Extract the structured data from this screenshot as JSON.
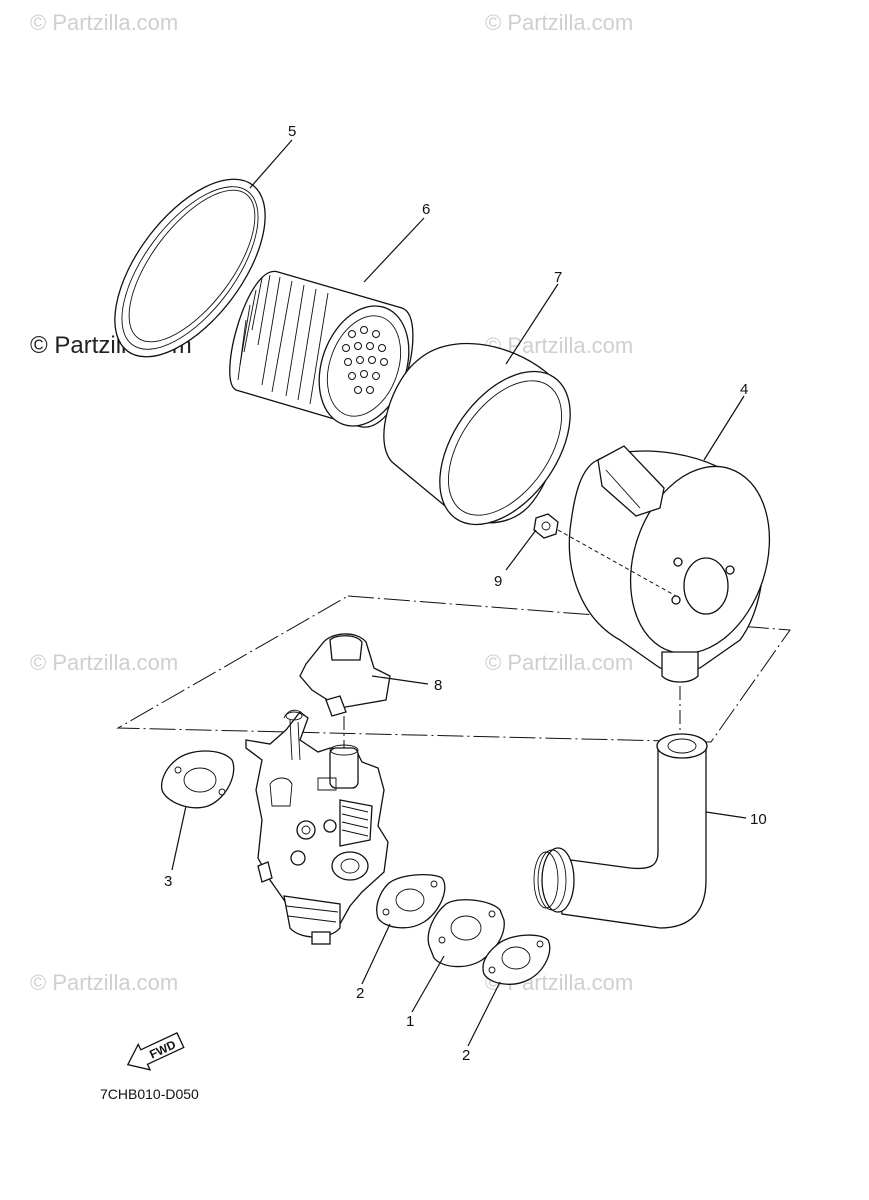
{
  "watermarks": {
    "text": "© Partzilla.com",
    "prominent_text": "© Partzilla.com"
  },
  "callouts": {
    "c1": "1",
    "c2a": "2",
    "c2b": "2",
    "c3": "3",
    "c4": "4",
    "c5": "5",
    "c6": "6",
    "c7": "7",
    "c8": "8",
    "c9": "9",
    "c10": "10"
  },
  "fwd_label": "FWD",
  "diagram_code": "7CHB010-D050"
}
